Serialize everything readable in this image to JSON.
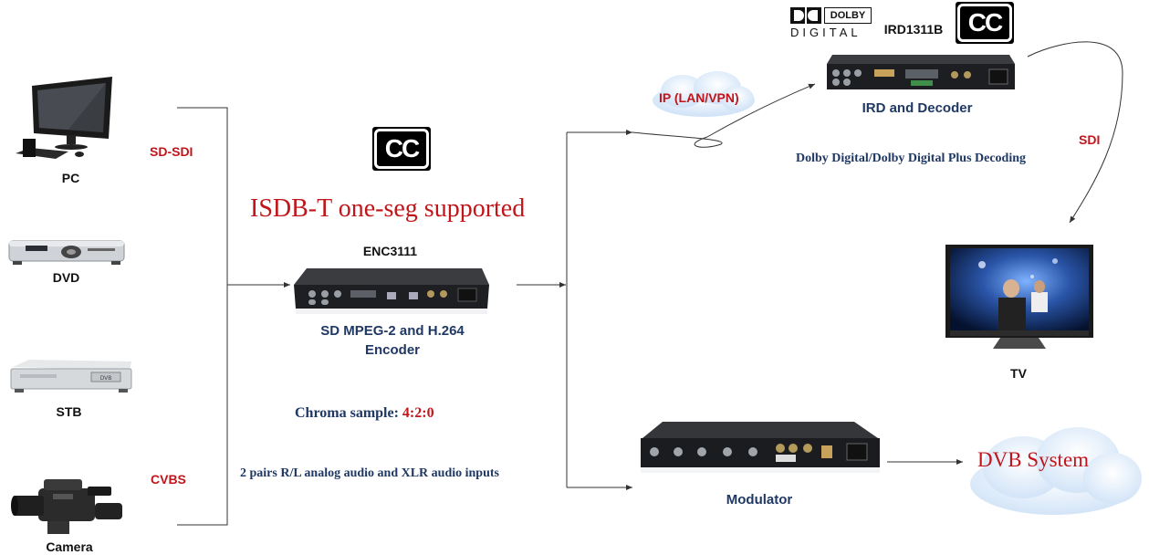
{
  "sources": {
    "pc": "PC",
    "dvd": "DVD",
    "stb": "STB",
    "camera": "Camera"
  },
  "signals": {
    "sd_sdi": "SD-SDI",
    "cvbs": "CVBS",
    "ip": "IP (LAN/VPN)",
    "sdi": "SDI"
  },
  "encoder": {
    "cc_text": "CC",
    "headline": "ISDB-T one-seg supported",
    "model": "ENC3111",
    "description_line1": "SD MPEG-2 and H.264",
    "description_line2": "Encoder",
    "chroma_label": "Chroma sample: ",
    "chroma_value": "4:2:0",
    "audio_note": "2 pairs R/L analog audio and XLR audio inputs"
  },
  "ird": {
    "dolby_word": "DOLBY",
    "dolby_digital": "DIGITAL",
    "model": "IRD1311B",
    "cc_text": "CC",
    "title": "IRD and Decoder",
    "note": "Dolby Digital/Dolby Digital Plus Decoding"
  },
  "tv": {
    "label": "TV"
  },
  "modulator": {
    "label": "Modulator"
  },
  "dvb": {
    "label": "DVB System"
  },
  "colors": {
    "red": "#c0161b",
    "navy": "#1f3864",
    "line": "#333333"
  }
}
